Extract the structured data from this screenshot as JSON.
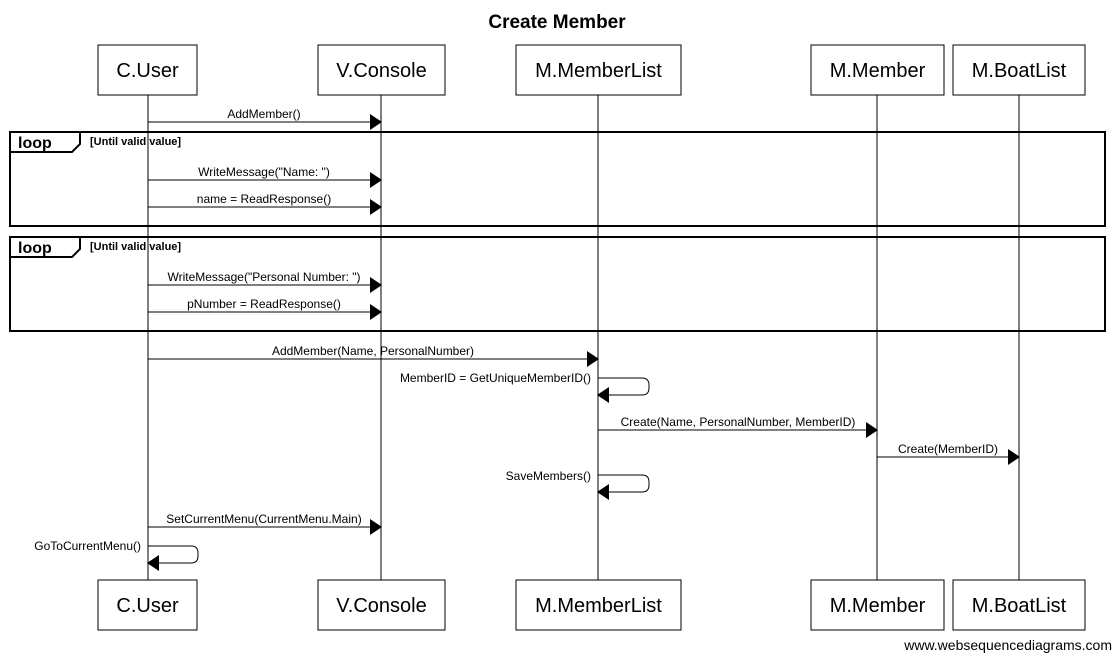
{
  "diagram": {
    "title": "Create Member",
    "watermark": "www.websequencediagrams.com",
    "participants": [
      {
        "id": "user",
        "label": "C.User"
      },
      {
        "id": "console",
        "label": "V.Console"
      },
      {
        "id": "memberlist",
        "label": "M.MemberList"
      },
      {
        "id": "member",
        "label": "M.Member"
      },
      {
        "id": "boatlist",
        "label": "M.BoatList"
      }
    ],
    "messages": [
      {
        "label": "AddMember()"
      },
      {
        "label": "WriteMessage(\"Name: \")"
      },
      {
        "label": "name = ReadResponse()"
      },
      {
        "label": "WriteMessage(\"Personal Number: \")"
      },
      {
        "label": "pNumber = ReadResponse()"
      },
      {
        "label": "AddMember(Name, PersonalNumber)"
      },
      {
        "label": "MemberID = GetUniqueMemberID()"
      },
      {
        "label": "Create(Name, PersonalNumber, MemberID)"
      },
      {
        "label": "Create(MemberID)"
      },
      {
        "label": "SaveMembers()"
      },
      {
        "label": "SetCurrentMenu(CurrentMenu.Main)"
      },
      {
        "label": "GoToCurrentMenu()"
      }
    ],
    "fragments": [
      {
        "operator": "loop",
        "condition": "[Until valid value]"
      },
      {
        "operator": "loop",
        "condition": "[Until valid value]"
      }
    ]
  }
}
